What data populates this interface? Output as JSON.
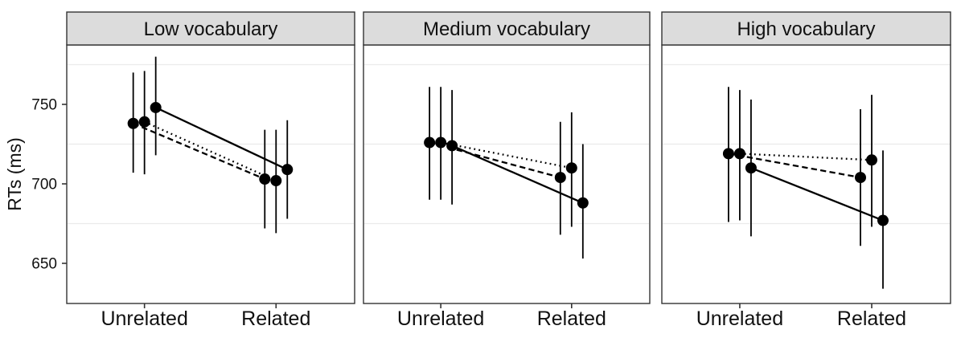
{
  "styles": {
    "background": "#ffffff",
    "panel_border": "#333333",
    "strip_fill": "#dcdcdc",
    "strip_border": "#333333",
    "grid_color": "#ebebeb",
    "axis_tick_color": "#333333",
    "text_color": "#111111",
    "data_color": "#000000"
  },
  "chart_data": {
    "type": "line",
    "ylabel": "RTs (ms)",
    "categories": [
      "Unrelated",
      "Related"
    ],
    "yticks": [
      650,
      700,
      750
    ],
    "minor_gridlines": [
      675,
      725,
      775
    ],
    "ylim": [
      625,
      787
    ],
    "legend": "none",
    "grid": "minor-horizontal-only",
    "point_marker": "filled-circle",
    "error_bars": "vertical-range-no-caps",
    "facets": [
      {
        "title": "Low vocabulary",
        "series": [
          {
            "linestyle": "dashed",
            "values": [
              738,
              703
            ],
            "ci_low": [
              707,
              672
            ],
            "ci_high": [
              770,
              734
            ]
          },
          {
            "linestyle": "dotted",
            "values": [
              739,
              702
            ],
            "ci_low": [
              706,
              669
            ],
            "ci_high": [
              771,
              734
            ]
          },
          {
            "linestyle": "solid",
            "values": [
              748,
              709
            ],
            "ci_low": [
              718,
              678
            ],
            "ci_high": [
              780,
              740
            ]
          }
        ]
      },
      {
        "title": "Medium vocabulary",
        "series": [
          {
            "linestyle": "dashed",
            "values": [
              726,
              704
            ],
            "ci_low": [
              690,
              668
            ],
            "ci_high": [
              761,
              739
            ]
          },
          {
            "linestyle": "dotted",
            "values": [
              726,
              710
            ],
            "ci_low": [
              690,
              673
            ],
            "ci_high": [
              761,
              745
            ]
          },
          {
            "linestyle": "solid",
            "values": [
              724,
              688
            ],
            "ci_low": [
              687,
              653
            ],
            "ci_high": [
              759,
              725
            ]
          }
        ]
      },
      {
        "title": "High vocabulary",
        "series": [
          {
            "linestyle": "dashed",
            "values": [
              719,
              704
            ],
            "ci_low": [
              676,
              661
            ],
            "ci_high": [
              761,
              747
            ]
          },
          {
            "linestyle": "dotted",
            "values": [
              719,
              715
            ],
            "ci_low": [
              677,
              673
            ],
            "ci_high": [
              759,
              756
            ]
          },
          {
            "linestyle": "solid",
            "values": [
              710,
              677
            ],
            "ci_low": [
              667,
              634
            ],
            "ci_high": [
              753,
              721
            ]
          }
        ]
      }
    ]
  }
}
